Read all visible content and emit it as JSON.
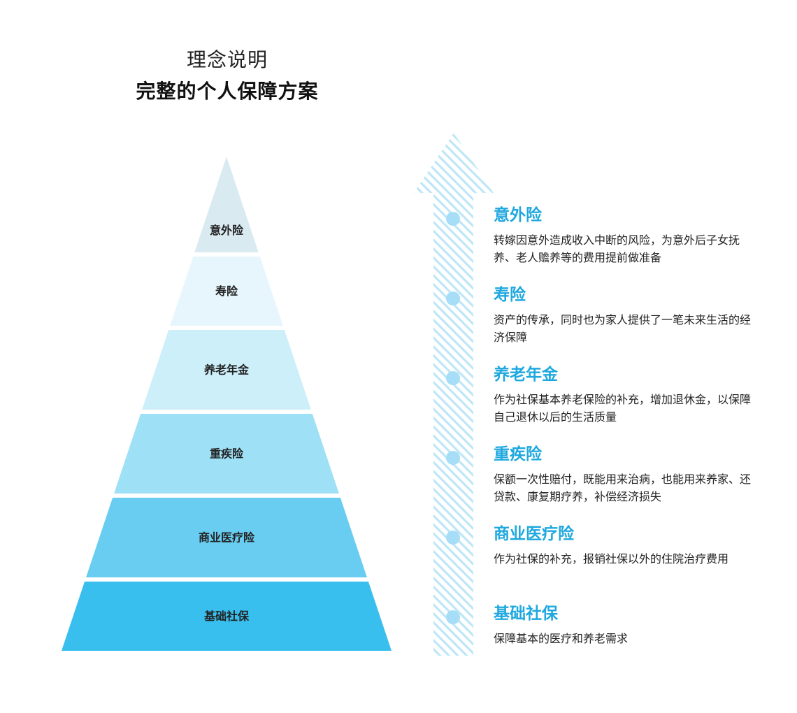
{
  "header": {
    "subtitle": "理念说明",
    "title": "完整的个人保障方案"
  },
  "colors": {
    "accent": "#1ea8df",
    "dot": "#a6def8",
    "arrow_stripe": "#bfe6f7"
  },
  "pyramid": {
    "layers": [
      {
        "label": "意外险",
        "color": "#d9eaf1"
      },
      {
        "label": "寿险",
        "color": "#e6f6fc"
      },
      {
        "label": "养老年金",
        "color": "#cceffa"
      },
      {
        "label": "重疾险",
        "color": "#9ee0f6"
      },
      {
        "label": "商业医疗险",
        "color": "#68cdf1"
      },
      {
        "label": "基础社保",
        "color": "#38bfee"
      }
    ]
  },
  "timeline": {
    "items": [
      {
        "title": "意外险",
        "desc": "转嫁因意外造成收入中断的风险，为意外后子女抚养、老人赡养等的费用提前做准备"
      },
      {
        "title": "寿险",
        "desc": "资产的传承，同时也为家人提供了一笔未来生活的经济保障"
      },
      {
        "title": "养老年金",
        "desc": "作为社保基本养老保险的补充，增加退休金，以保障自己退休以后的生活质量"
      },
      {
        "title": "重疾险",
        "desc": "保额一次性赔付，既能用来治病，也能用来养家、还贷款、康复期疗养，补偿经济损失"
      },
      {
        "title": "商业医疗险",
        "desc": "作为社保的补充，报销社保以外的住院治疗费用"
      },
      {
        "title": "基础社保",
        "desc": "保障基本的医疗和养老需求"
      }
    ]
  }
}
